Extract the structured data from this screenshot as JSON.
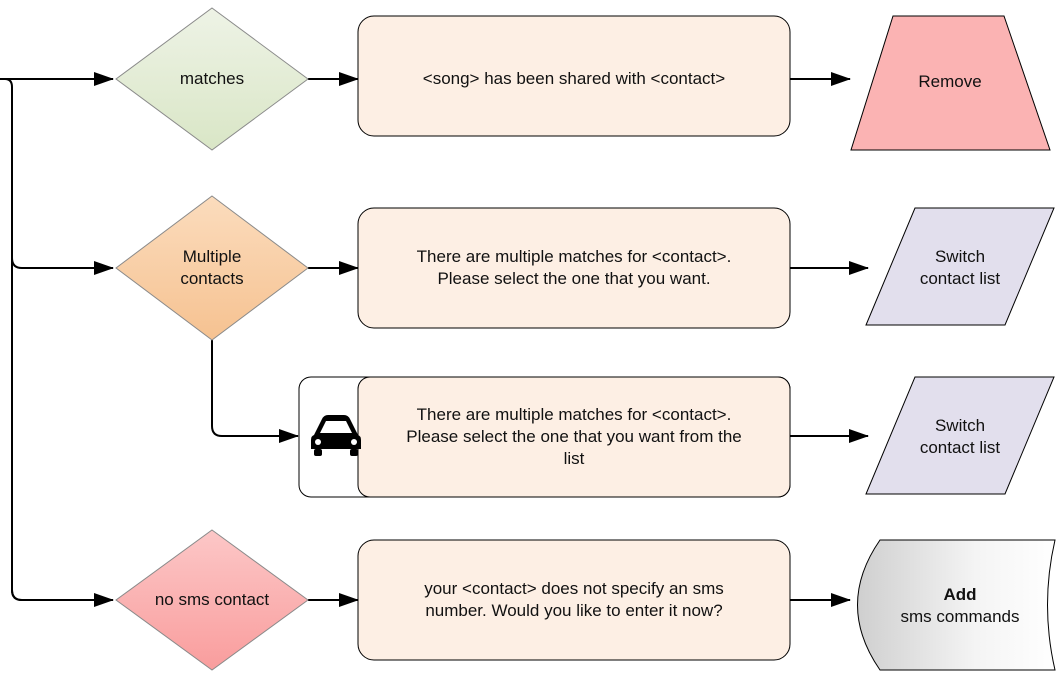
{
  "colors": {
    "decision_green": "#e3ecd5",
    "decision_orange": "#f8cfa7",
    "decision_red": "#fbb5b5",
    "message_fill": "#fdefe4",
    "remove_fill": "#fbb3b3",
    "switch_fill": "#e2dfed",
    "add_fill": "#e9e9e9",
    "stroke": "#000000"
  },
  "decisions": {
    "matches": "matches",
    "multiple_line1": "Multiple",
    "multiple_line2": "contacts",
    "no_sms": "no sms contact"
  },
  "messages": {
    "shared": "<song> has been shared with <contact>",
    "multiple_line1": "There are multiple matches for <contact>.",
    "multiple_line2": "Please select the one that you want.",
    "car_line1": "There are multiple matches for <contact>.",
    "car_line2": "Please select the one that you want from the",
    "car_line3": "list",
    "no_sms_line1": "your <contact> does not specify an sms",
    "no_sms_line2": "number. Would you like to enter it now?"
  },
  "actions": {
    "remove": "Remove",
    "switch1_line1": "Switch",
    "switch1_line2": "contact list",
    "switch2_line1": "Switch",
    "switch2_line2": "contact list",
    "add_bold": "Add",
    "add_line2": "sms commands"
  },
  "icons": {
    "car": "car-icon"
  }
}
